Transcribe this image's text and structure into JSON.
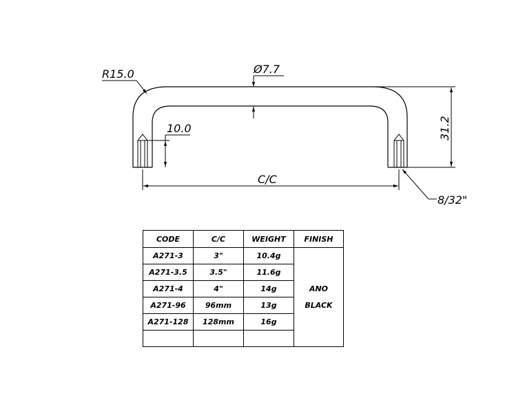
{
  "dimensions": {
    "radius": "R15.0",
    "diameter": "Ø7.7",
    "depth": "10.0",
    "height": "31.2",
    "center_to_center": "C/C",
    "thread": "8/32\""
  },
  "table": {
    "headers": [
      "CODE",
      "C/C",
      "WEIGHT",
      "FINISH"
    ],
    "rows": [
      {
        "code": "A271-3",
        "cc": "3\"",
        "weight": "10.4g"
      },
      {
        "code": "A271-3.5",
        "cc": "3.5\"",
        "weight": "11.6g"
      },
      {
        "code": "A271-4",
        "cc": "4\"",
        "weight": "14g"
      },
      {
        "code": "A271-96",
        "cc": "96mm",
        "weight": "13g"
      },
      {
        "code": "A271-128",
        "cc": "128mm",
        "weight": "16g"
      },
      {
        "code": "",
        "cc": "",
        "weight": ""
      }
    ],
    "finish": [
      "ANO",
      "BLACK"
    ]
  }
}
